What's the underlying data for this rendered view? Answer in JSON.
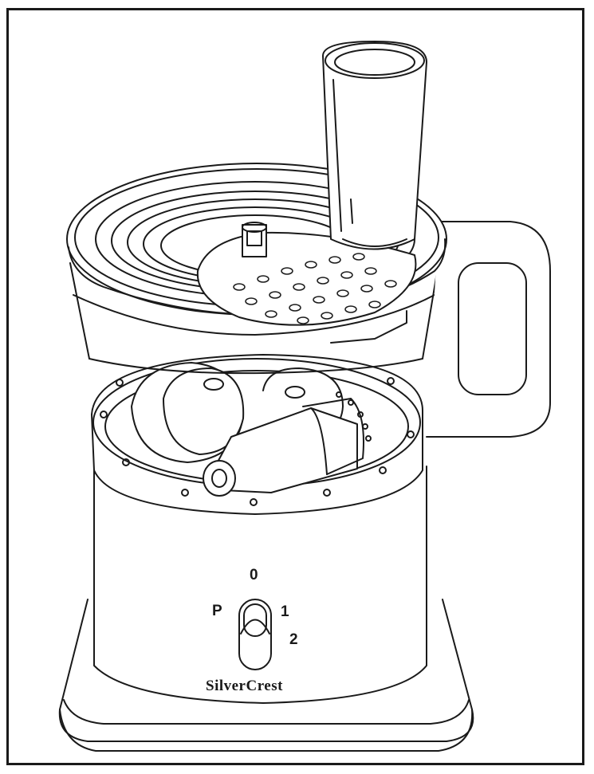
{
  "illustration": {
    "subject": "food processor",
    "switch": {
      "off_label": "0",
      "pulse_label": "P",
      "speed1_label": "1",
      "speed2_label": "2"
    },
    "brand": "SilverCrest",
    "line_color": "#1a1a1a",
    "background_color": "#ffffff"
  }
}
